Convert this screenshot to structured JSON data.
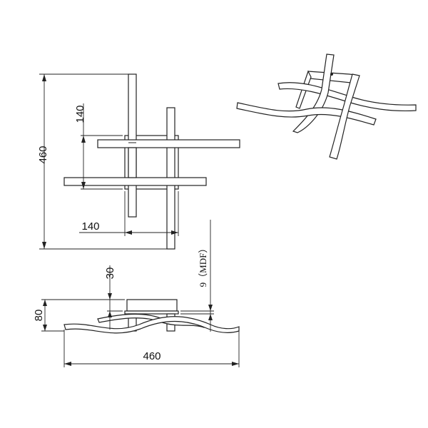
{
  "top_view": {
    "overall_height_label": "460",
    "bar_spacing_vertical_label": "140",
    "bar_spacing_horizontal_label": "140"
  },
  "side_view": {
    "canopy_height_label": "30",
    "total_height_label": "80",
    "plate_thickness_label": "9（MDF）",
    "overall_width_label": "460"
  },
  "colors": {
    "line": "#222222",
    "background": "#ffffff"
  }
}
